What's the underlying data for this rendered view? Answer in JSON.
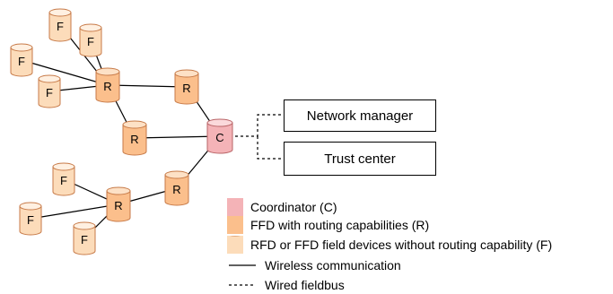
{
  "colors": {
    "coordinator_fill": "#f4b3b7",
    "coordinator_top": "#fbd9db",
    "router_fill": "#fbbf8c",
    "router_top": "#fde1c6",
    "field_fill": "#fcdcba",
    "field_top": "#fff0e1",
    "stroke": "#c77a48",
    "coord_stroke": "#b96467",
    "line": "#000000"
  },
  "node_labels": {
    "coordinator": "C",
    "router": "R",
    "field": "F"
  },
  "boxes": {
    "network_manager": "Network manager",
    "trust_center": "Trust center"
  },
  "legend": {
    "coordinator": "Coordinator (C)",
    "ffd_routing": "FFD with routing capabilities (R)",
    "rfd_field": "RFD or FFD field devices without routing capability (F)",
    "wireless": "Wireless communication",
    "wired": "Wired fieldbus"
  }
}
